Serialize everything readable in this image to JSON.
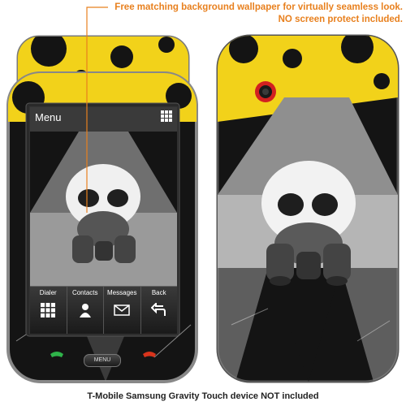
{
  "promo": {
    "line1": "Free matching background wallpaper for virtually seamless look.",
    "line2": "NO screen protect included."
  },
  "footer": {
    "text": "T-Mobile Samsung Gravity Touch device NOT included"
  },
  "phone_screen": {
    "title": "Menu",
    "softkeys": [
      {
        "label": "Dialer",
        "icon": "dialpad-icon"
      },
      {
        "label": "Contacts",
        "icon": "contacts-icon"
      },
      {
        "label": "Messages",
        "icon": "envelope-icon"
      },
      {
        "label": "Back",
        "icon": "back-arrow-icon"
      }
    ]
  },
  "hardware": {
    "menu_button": "MENU"
  },
  "colors": {
    "accent_orange": "#e8801e",
    "skin_yellow": "#f2d21a",
    "skin_black": "#141414",
    "skin_grey": "#8f8f8f",
    "call_green": "#2fb34a",
    "end_red": "#d8341c"
  }
}
